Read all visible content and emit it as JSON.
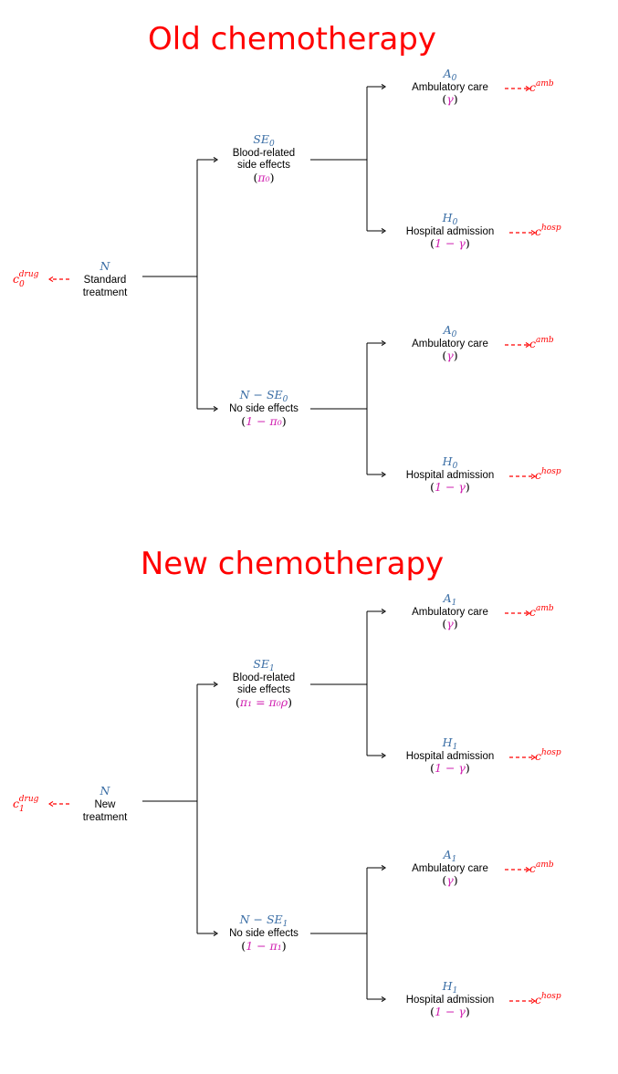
{
  "diagrams": [
    {
      "title": "Old chemotherapy",
      "root": {
        "var": "N",
        "label": [
          "Standard",
          "treatment"
        ],
        "cost": {
          "base": "c",
          "sup": "drug",
          "sub": "0"
        }
      },
      "branches": [
        {
          "var": "SE",
          "var_sub": "0",
          "label": [
            "Blood-related",
            "side effects"
          ],
          "prob": "π₀",
          "leaves": [
            {
              "var": "A",
              "var_sub": "0",
              "label": "Ambulatory care",
              "prob": "γ",
              "cost_sup": "amb"
            },
            {
              "var": "H",
              "var_sub": "0",
              "label": "Hospital admission",
              "prob": "1 − γ",
              "cost_sup": "hosp"
            }
          ]
        },
        {
          "var": "N − SE",
          "var_sub": "0",
          "label": [
            "No side effects"
          ],
          "prob": "1 − π₀",
          "leaves": [
            {
              "var": "A",
              "var_sub": "0",
              "label": "Ambulatory care",
              "prob": "γ",
              "cost_sup": "amb"
            },
            {
              "var": "H",
              "var_sub": "0",
              "label": "Hospital admission",
              "prob": "1 − γ",
              "cost_sup": "hosp"
            }
          ]
        }
      ]
    },
    {
      "title": "New chemotherapy",
      "root": {
        "var": "N",
        "label": [
          "New",
          "treatment"
        ],
        "cost": {
          "base": "c",
          "sup": "drug",
          "sub": "1"
        }
      },
      "branches": [
        {
          "var": "SE",
          "var_sub": "1",
          "label": [
            "Blood-related",
            "side effects"
          ],
          "prob": "π₁ = π₀ρ",
          "leaves": [
            {
              "var": "A",
              "var_sub": "1",
              "label": "Ambulatory care",
              "prob": "γ",
              "cost_sup": "amb"
            },
            {
              "var": "H",
              "var_sub": "1",
              "label": "Hospital admission",
              "prob": "1 − γ",
              "cost_sup": "hosp"
            }
          ]
        },
        {
          "var": "N − SE",
          "var_sub": "1",
          "label": [
            "No side effects"
          ],
          "prob": "1 − π₁",
          "leaves": [
            {
              "var": "A",
              "var_sub": "1",
              "label": "Ambulatory care",
              "prob": "γ",
              "cost_sup": "amb"
            },
            {
              "var": "H",
              "var_sub": "1",
              "label": "Hospital admission",
              "prob": "1 − γ",
              "cost_sup": "hosp"
            }
          ]
        }
      ]
    }
  ],
  "colors": {
    "title": "#ff0000",
    "variable": "#3b6ea5",
    "probability": "#d020b0",
    "cost": "#ff0000",
    "edge": "#000000"
  }
}
